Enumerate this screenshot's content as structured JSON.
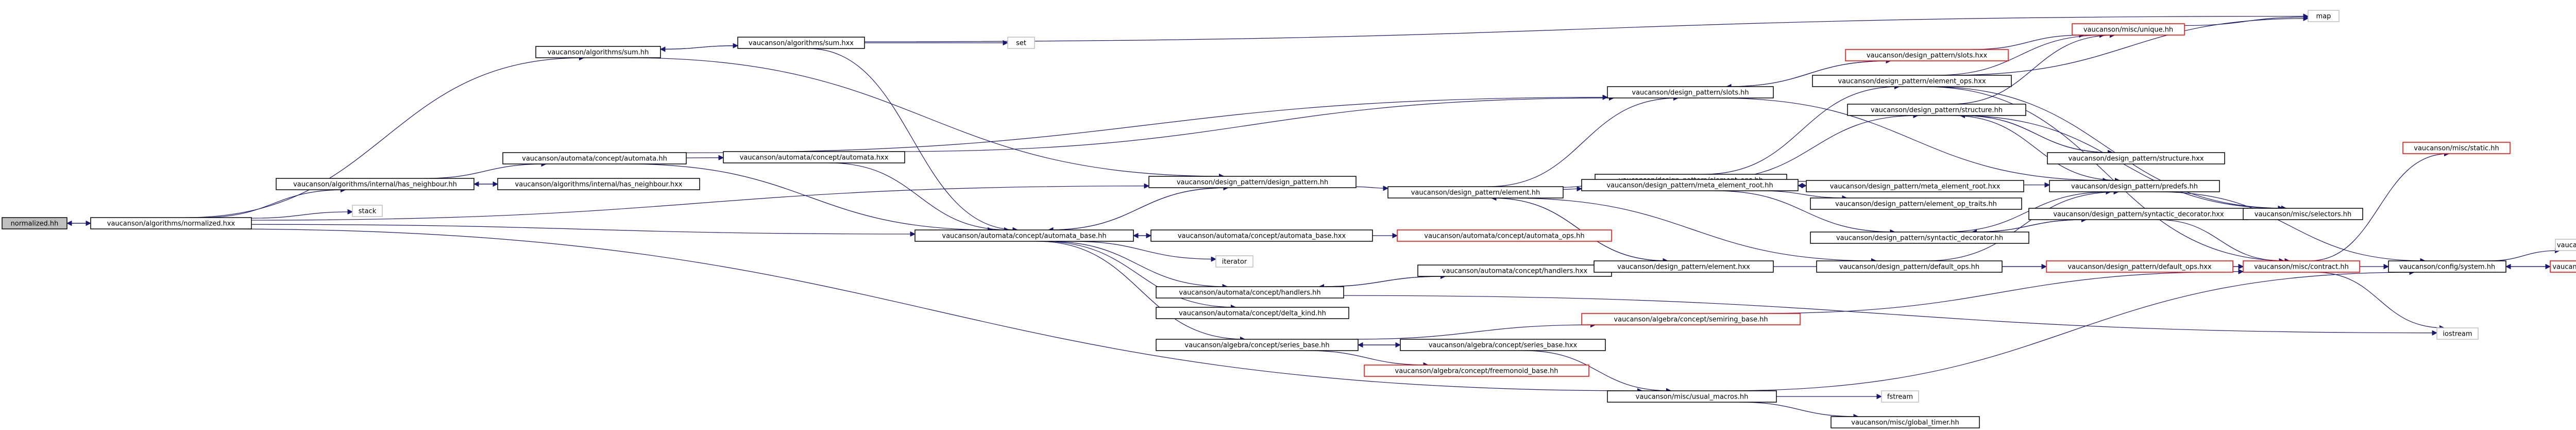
{
  "diagram": {
    "nodes": [
      {
        "id": "normalized_hh",
        "label": "normalized.hh",
        "style": "root"
      },
      {
        "id": "alg_normalized_hxx",
        "label": "vaucanson/algorithms/normalized.hxx",
        "style": "normal"
      },
      {
        "id": "alg_sum_hh",
        "label": "vaucanson/algorithms/sum.hh",
        "style": "normal"
      },
      {
        "id": "alg_sum_hxx",
        "label": "vaucanson/algorithms/sum.hxx",
        "style": "normal"
      },
      {
        "id": "set",
        "label": "set",
        "style": "plain"
      },
      {
        "id": "map",
        "label": "map",
        "style": "plain"
      },
      {
        "id": "alg_int_hn_hh",
        "label": "vaucanson/algorithms/internal/has_neighbour.hh",
        "style": "normal"
      },
      {
        "id": "alg_int_hn_hxx",
        "label": "vaucanson/algorithms/internal/has_neighbour.hxx",
        "style": "normal"
      },
      {
        "id": "stack",
        "label": "stack",
        "style": "plain"
      },
      {
        "id": "auto_concept_automata_hh",
        "label": "vaucanson/automata/concept/automata.hh",
        "style": "normal"
      },
      {
        "id": "auto_concept_automata_hxx",
        "label": "vaucanson/automata/concept/automata.hxx",
        "style": "normal"
      },
      {
        "id": "auto_concept_automata_base_hh",
        "label": "vaucanson/automata/concept/automata_base.hh",
        "style": "normal"
      },
      {
        "id": "auto_concept_automata_base_hxx",
        "label": "vaucanson/automata/concept/automata_base.hxx",
        "style": "normal"
      },
      {
        "id": "auto_concept_automata_ops_hh",
        "label": "vaucanson/automata/concept/automata_ops.hh",
        "style": "red"
      },
      {
        "id": "iterator",
        "label": "iterator",
        "style": "plain"
      },
      {
        "id": "auto_concept_handlers_hh",
        "label": "vaucanson/automata/concept/handlers.hh",
        "style": "normal"
      },
      {
        "id": "auto_concept_handlers_hxx",
        "label": "vaucanson/automata/concept/handlers.hxx",
        "style": "normal"
      },
      {
        "id": "auto_concept_delta_kind_hh",
        "label": "vaucanson/automata/concept/delta_kind.hh",
        "style": "normal"
      },
      {
        "id": "alg_series_base_hh",
        "label": "vaucanson/algebra/concept/series_base.hh",
        "style": "normal"
      },
      {
        "id": "alg_series_base_hxx",
        "label": "vaucanson/algebra/concept/series_base.hxx",
        "style": "normal"
      },
      {
        "id": "alg_semiring_base_hh",
        "label": "vaucanson/algebra/concept/semiring_base.hh",
        "style": "red"
      },
      {
        "id": "alg_freemonoid_base_hh",
        "label": "vaucanson/algebra/concept/freemonoid_base.hh",
        "style": "red"
      },
      {
        "id": "dp_design_pattern_hh",
        "label": "vaucanson/design_pattern/design_pattern.hh",
        "style": "normal"
      },
      {
        "id": "dp_slots_hh",
        "label": "vaucanson/design_pattern/slots.hh",
        "style": "normal"
      },
      {
        "id": "dp_slots_hxx",
        "label": "vaucanson/design_pattern/slots.hxx",
        "style": "red"
      },
      {
        "id": "dp_element_ops_hh",
        "label": "vaucanson/design_pattern/element_ops.hh",
        "style": "normal"
      },
      {
        "id": "dp_element_ops_hxx",
        "label": "vaucanson/design_pattern/element_ops.hxx",
        "style": "normal"
      },
      {
        "id": "dp_element_hh",
        "label": "vaucanson/design_pattern/element.hh",
        "style": "normal"
      },
      {
        "id": "dp_element_hxx",
        "label": "vaucanson/design_pattern/element.hxx",
        "style": "normal"
      },
      {
        "id": "dp_structure_hh",
        "label": "vaucanson/design_pattern/structure.hh",
        "style": "normal"
      },
      {
        "id": "dp_structure_hxx",
        "label": "vaucanson/design_pattern/structure.hxx",
        "style": "normal"
      },
      {
        "id": "dp_element_op_traits_hh",
        "label": "vaucanson/design_pattern/element_op_traits.hh",
        "style": "normal"
      },
      {
        "id": "dp_meta_element_root_hh",
        "label": "vaucanson/design_pattern/meta_element_root.hh",
        "style": "normal"
      },
      {
        "id": "dp_meta_element_root_hxx",
        "label": "vaucanson/design_pattern/meta_element_root.hxx",
        "style": "normal"
      },
      {
        "id": "dp_predefs_hh",
        "label": "vaucanson/design_pattern/predefs.hh",
        "style": "normal"
      },
      {
        "id": "dp_syntactic_decorator_hh",
        "label": "vaucanson/design_pattern/syntactic_decorator.hh",
        "style": "normal"
      },
      {
        "id": "dp_syntactic_decorator_hxx",
        "label": "vaucanson/design_pattern/syntactic_decorator.hxx",
        "style": "normal"
      },
      {
        "id": "dp_default_ops_hh",
        "label": "vaucanson/design_pattern/default_ops.hh",
        "style": "normal"
      },
      {
        "id": "dp_default_ops_hxx",
        "label": "vaucanson/design_pattern/default_ops.hxx",
        "style": "red"
      },
      {
        "id": "misc_unique_hh",
        "label": "vaucanson/misc/unique.hh",
        "style": "red"
      },
      {
        "id": "misc_static_hh",
        "label": "vaucanson/misc/static.hh",
        "style": "red"
      },
      {
        "id": "misc_selectors_hh",
        "label": "vaucanson/misc/selectors.hh",
        "style": "normal"
      },
      {
        "id": "misc_contract_hh",
        "label": "vaucanson/misc/contract.hh",
        "style": "red"
      },
      {
        "id": "misc_usual_macros_hh",
        "label": "vaucanson/misc/usual_macros.hh",
        "style": "normal"
      },
      {
        "id": "misc_global_timer_hh",
        "label": "vaucanson/misc/global_timer.hh",
        "style": "normal"
      },
      {
        "id": "fstream",
        "label": "fstream",
        "style": "plain"
      },
      {
        "id": "iostream",
        "label": "iostream",
        "style": "plain"
      },
      {
        "id": "config_system_hh",
        "label": "vaucanson/config/system.hh",
        "style": "normal"
      },
      {
        "id": "config_conf_hh",
        "label": "vaucanson/config/conf.hh",
        "style": "plain"
      },
      {
        "id": "config_math_hh",
        "label": "vaucanson/config/math.hh",
        "style": "red"
      }
    ],
    "edges": [
      [
        "normalized_hh",
        "alg_normalized_hxx"
      ],
      [
        "alg_normalized_hxx",
        "normalized_hh"
      ],
      [
        "alg_normalized_hxx",
        "alg_sum_hh"
      ],
      [
        "alg_normalized_hxx",
        "alg_int_hn_hh"
      ],
      [
        "alg_normalized_hxx",
        "stack"
      ],
      [
        "alg_normalized_hxx",
        "auto_concept_automata_base_hh"
      ],
      [
        "alg_normalized_hxx",
        "dp_design_pattern_hh"
      ],
      [
        "alg_normalized_hxx",
        "misc_usual_macros_hh"
      ],
      [
        "alg_sum_hh",
        "alg_sum_hxx"
      ],
      [
        "alg_sum_hxx",
        "alg_sum_hh"
      ],
      [
        "alg_sum_hh",
        "dp_design_pattern_hh"
      ],
      [
        "alg_sum_hxx",
        "set"
      ],
      [
        "alg_sum_hxx",
        "map"
      ],
      [
        "alg_sum_hxx",
        "auto_concept_automata_base_hh"
      ],
      [
        "alg_int_hn_hh",
        "alg_int_hn_hxx"
      ],
      [
        "alg_int_hn_hxx",
        "alg_int_hn_hh"
      ],
      [
        "alg_int_hn_hh",
        "auto_concept_automata_hh"
      ],
      [
        "auto_concept_automata_hh",
        "auto_concept_automata_hxx"
      ],
      [
        "auto_concept_automata_hh",
        "dp_slots_hh"
      ],
      [
        "auto_concept_automata_hh",
        "auto_concept_automata_base_hh"
      ],
      [
        "auto_concept_automata_hxx",
        "auto_concept_automata_base_hh"
      ],
      [
        "auto_concept_automata_hxx",
        "dp_slots_hh"
      ],
      [
        "auto_concept_automata_base_hh",
        "dp_design_pattern_hh"
      ],
      [
        "dp_design_pattern_hh",
        "auto_concept_automata_base_hh"
      ],
      [
        "auto_concept_automata_base_hh",
        "auto_concept_automata_base_hxx"
      ],
      [
        "auto_concept_automata_base_hxx",
        "auto_concept_automata_base_hh"
      ],
      [
        "auto_concept_automata_base_hxx",
        "auto_concept_automata_ops_hh"
      ],
      [
        "auto_concept_automata_base_hh",
        "iterator"
      ],
      [
        "auto_concept_automata_base_hh",
        "auto_concept_handlers_hh"
      ],
      [
        "auto_concept_automata_base_hh",
        "auto_concept_delta_kind_hh"
      ],
      [
        "auto_concept_automata_base_hh",
        "alg_series_base_hh"
      ],
      [
        "auto_concept_handlers_hh",
        "auto_concept_handlers_hxx"
      ],
      [
        "auto_concept_handlers_hxx",
        "auto_concept_handlers_hh"
      ],
      [
        "auto_concept_handlers_hh",
        "iostream"
      ],
      [
        "alg_series_base_hh",
        "alg_series_base_hxx"
      ],
      [
        "alg_series_base_hxx",
        "alg_series_base_hh"
      ],
      [
        "alg_series_base_hh",
        "alg_semiring_base_hh"
      ],
      [
        "alg_series_base_hh",
        "alg_freemonoid_base_hh"
      ],
      [
        "alg_series_base_hxx",
        "misc_usual_macros_hh"
      ],
      [
        "alg_semiring_base_hh",
        "misc_contract_hh"
      ],
      [
        "dp_design_pattern_hh",
        "dp_element_hh"
      ],
      [
        "dp_element_hh",
        "dp_slots_hh"
      ],
      [
        "dp_element_hh",
        "dp_element_ops_hh"
      ],
      [
        "dp_element_hh",
        "dp_meta_element_root_hh"
      ],
      [
        "dp_element_hh",
        "dp_element_hxx"
      ],
      [
        "dp_element_hxx",
        "dp_element_hh"
      ],
      [
        "dp_element_hh",
        "dp_default_ops_hh"
      ],
      [
        "dp_slots_hh",
        "dp_slots_hxx"
      ],
      [
        "dp_slots_hxx",
        "dp_slots_hh"
      ],
      [
        "dp_slots_hxx",
        "misc_unique_hh"
      ],
      [
        "dp_slots_hh",
        "dp_predefs_hh"
      ],
      [
        "dp_element_ops_hh",
        "dp_element_ops_hxx"
      ],
      [
        "dp_element_ops_hxx",
        "misc_unique_hh"
      ],
      [
        "dp_element_ops_hxx",
        "misc_selectors_hh"
      ],
      [
        "dp_element_ops_hxx",
        "misc_contract_hh"
      ],
      [
        "dp_element_ops_hh",
        "dp_predefs_hh"
      ],
      [
        "dp_meta_element_root_hh",
        "dp_structure_hh"
      ],
      [
        "dp_meta_element_root_hh",
        "dp_element_op_traits_hh"
      ],
      [
        "dp_meta_element_root_hh",
        "dp_meta_element_root_hxx"
      ],
      [
        "dp_meta_element_root_hxx",
        "dp_meta_element_root_hh"
      ],
      [
        "dp_meta_element_root_hh",
        "dp_syntactic_decorator_hh"
      ],
      [
        "dp_structure_hh",
        "dp_structure_hxx"
      ],
      [
        "dp_structure_hxx",
        "dp_structure_hh"
      ],
      [
        "dp_structure_hh",
        "misc_unique_hh"
      ],
      [
        "dp_structure_hh",
        "misc_selectors_hh"
      ],
      [
        "dp_structure_hh",
        "dp_predefs_hh"
      ],
      [
        "dp_predefs_hh",
        "config_system_hh"
      ],
      [
        "dp_syntactic_decorator_hh",
        "dp_syntactic_decorator_hxx"
      ],
      [
        "dp_syntactic_decorator_hxx",
        "dp_syntactic_decorator_hh"
      ],
      [
        "dp_syntactic_decorator_hxx",
        "misc_selectors_hh"
      ],
      [
        "dp_syntactic_decorator_hxx",
        "misc_contract_hh"
      ],
      [
        "dp_syntactic_decorator_hh",
        "dp_predefs_hh"
      ],
      [
        "dp_default_ops_hh",
        "dp_default_ops_hxx"
      ],
      [
        "dp_default_ops_hh",
        "dp_predefs_hh"
      ],
      [
        "dp_default_ops_hxx",
        "misc_contract_hh"
      ],
      [
        "dp_element_hxx",
        "misc_contract_hh"
      ],
      [
        "misc_contract_hh",
        "config_system_hh"
      ],
      [
        "misc_contract_hh",
        "iostream"
      ],
      [
        "misc_contract_hh",
        "misc_static_hh"
      ],
      [
        "misc_usual_macros_hh",
        "fstream"
      ],
      [
        "misc_usual_macros_hh",
        "misc_global_timer_hh"
      ],
      [
        "misc_usual_macros_hh",
        "config_system_hh"
      ],
      [
        "config_system_hh",
        "config_conf_hh"
      ],
      [
        "config_system_hh",
        "config_math_hh"
      ],
      [
        "config_math_hh",
        "config_system_hh"
      ],
      [
        "dp_element_ops_hxx",
        "map"
      ],
      [
        "misc_unique_hh",
        "map"
      ]
    ]
  }
}
